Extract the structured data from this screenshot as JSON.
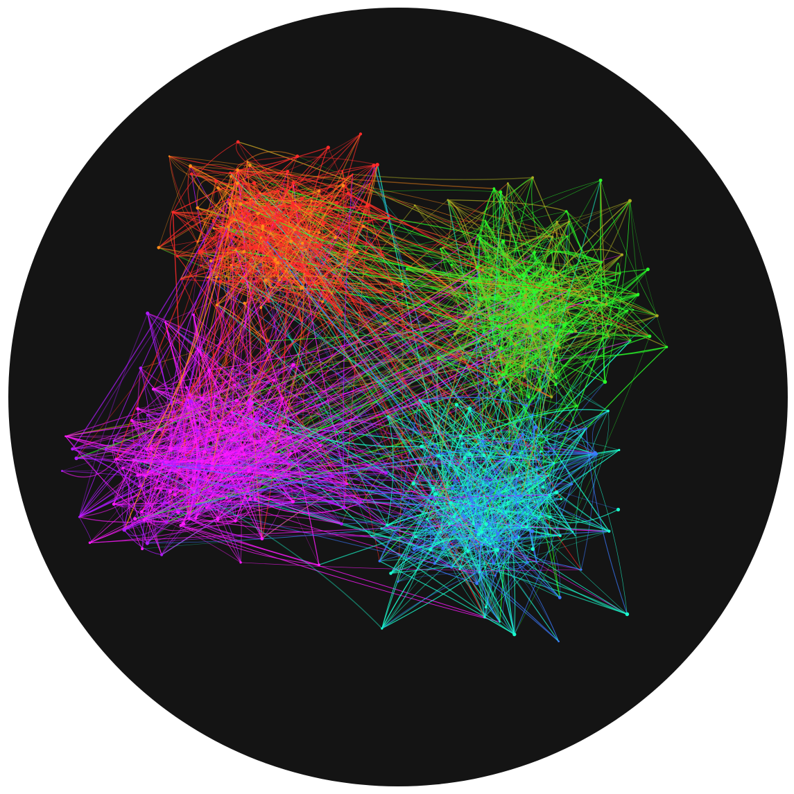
{
  "image": {
    "kind": "network-graph-visualization",
    "shape": "circle-crop",
    "background_color": "#141414",
    "page_background_color": "#ffffff"
  },
  "palette": {
    "red": "#ff2a2a",
    "orange": "#ff8c1a",
    "magenta": "#ff1aff",
    "purple": "#b01aff",
    "green": "#2aff2a",
    "cyan": "#1affd0",
    "blue": "#3a7aff",
    "olive": "#aaaa22",
    "lavender": "#d0a0ff"
  },
  "clusters": [
    {
      "name": "red-orange",
      "colors": [
        "red",
        "orange"
      ]
    },
    {
      "name": "magenta-purple",
      "colors": [
        "magenta",
        "purple"
      ]
    },
    {
      "name": "green",
      "colors": [
        "green"
      ]
    },
    {
      "name": "cyan-blue",
      "colors": [
        "cyan",
        "blue"
      ]
    }
  ]
}
